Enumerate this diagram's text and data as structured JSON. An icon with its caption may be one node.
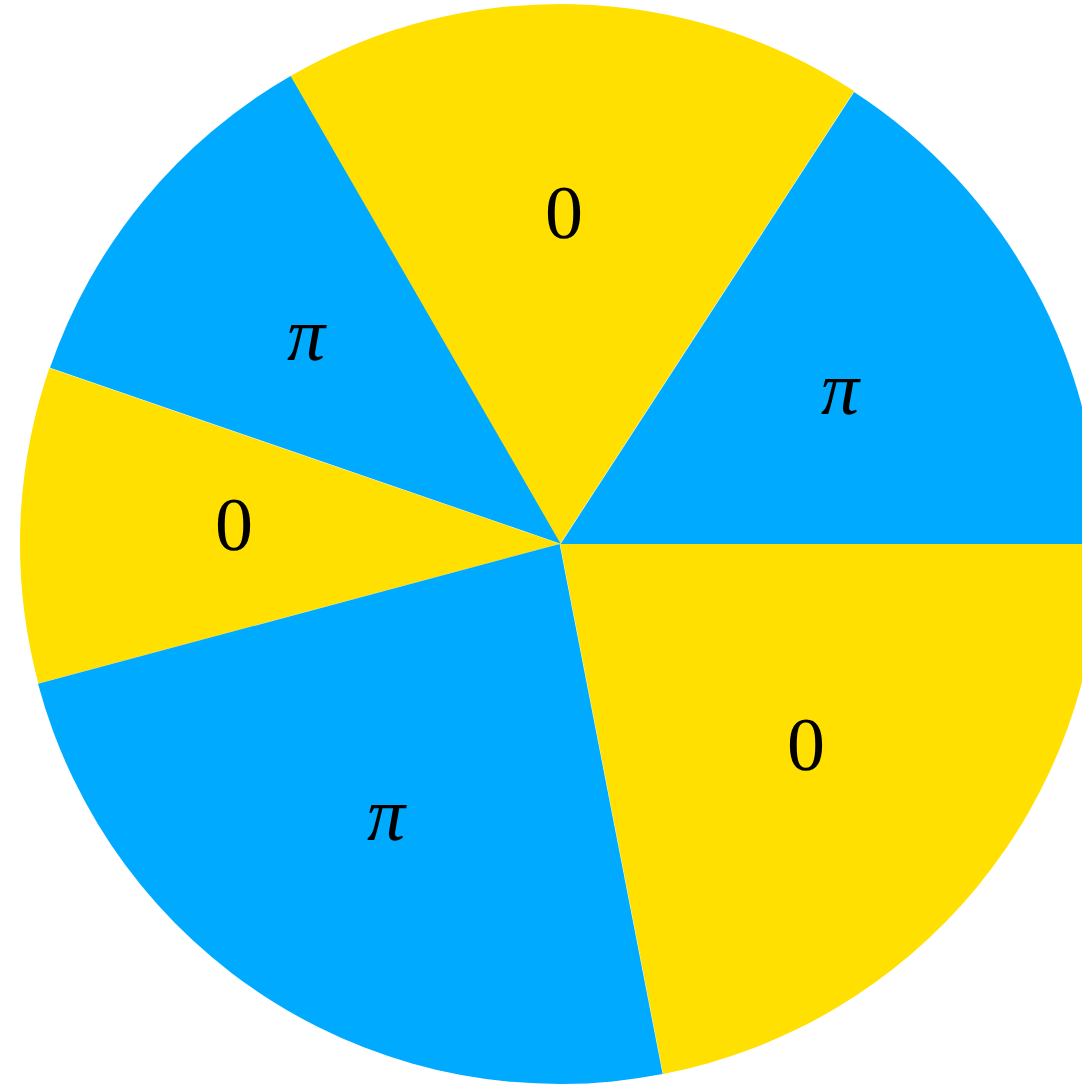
{
  "diagram": {
    "nodes": [
      {
        "text": [
          "0"
        ]
      },
      {
        "text": [
          "π"
        ]
      },
      {
        "text": [
          "π"
        ]
      },
      {
        "text": [
          "0"
        ]
      },
      {
        "text": [
          "0"
        ]
      },
      {
        "text": [
          "π"
        ]
      }
    ]
  }
}
